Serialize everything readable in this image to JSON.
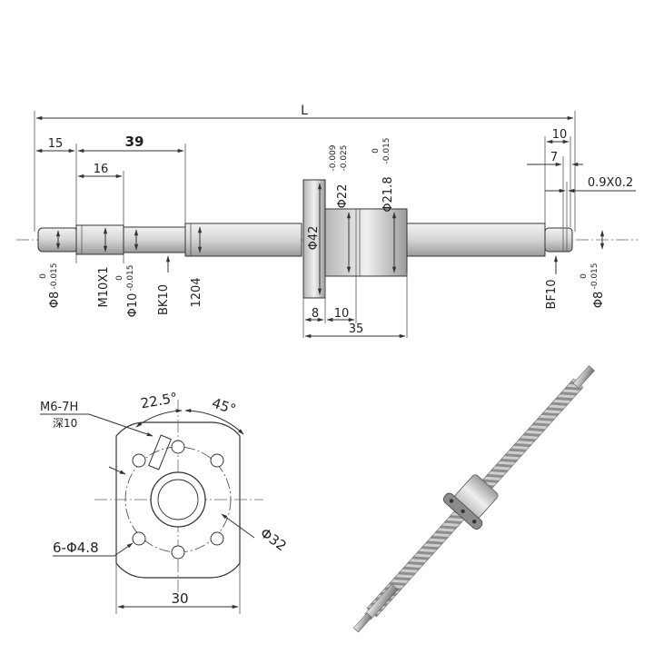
{
  "colors": {
    "line": "#333333",
    "steel_light": "#e6e6e6",
    "steel_dark": "#8a8a8a",
    "background": "#ffffff"
  },
  "side_view": {
    "L": "L",
    "d15": "15",
    "d39": "39",
    "d16": "16",
    "d10_top": "10",
    "d7": "7",
    "chamfer": "0.9X0.2",
    "flange_dia": "Φ42",
    "nut_dia_base": "Φ22",
    "nut_dia_tol_up": "-0.009",
    "nut_dia_tol_lo": "-0.025",
    "groove_dia_base": "Φ21.8",
    "groove_dia_tol_up": "0",
    "groove_dia_tol_lo": "-0.015",
    "left_end_base": "Φ8",
    "left_end_tol_up": "0",
    "left_end_tol_lo": "-0.015",
    "thread": "M10X1",
    "bearing_seat_base": "Φ10",
    "bearing_seat_tol_up": "0",
    "bearing_seat_tol_lo": "-0.015",
    "bk": "BK10",
    "screw": "1204",
    "d8": "8",
    "d10_bottom": "10",
    "d35": "35",
    "bf": "BF10",
    "right_end_base": "Φ8",
    "right_end_tol_up": "0",
    "right_end_tol_lo": "-0.015"
  },
  "front_view": {
    "tap": "M6-7H",
    "depth": "深10",
    "angle_small": "22.5°",
    "angle_large": "45°",
    "holes": "6-Φ4.8",
    "pcd": "Φ32",
    "width": "30"
  }
}
